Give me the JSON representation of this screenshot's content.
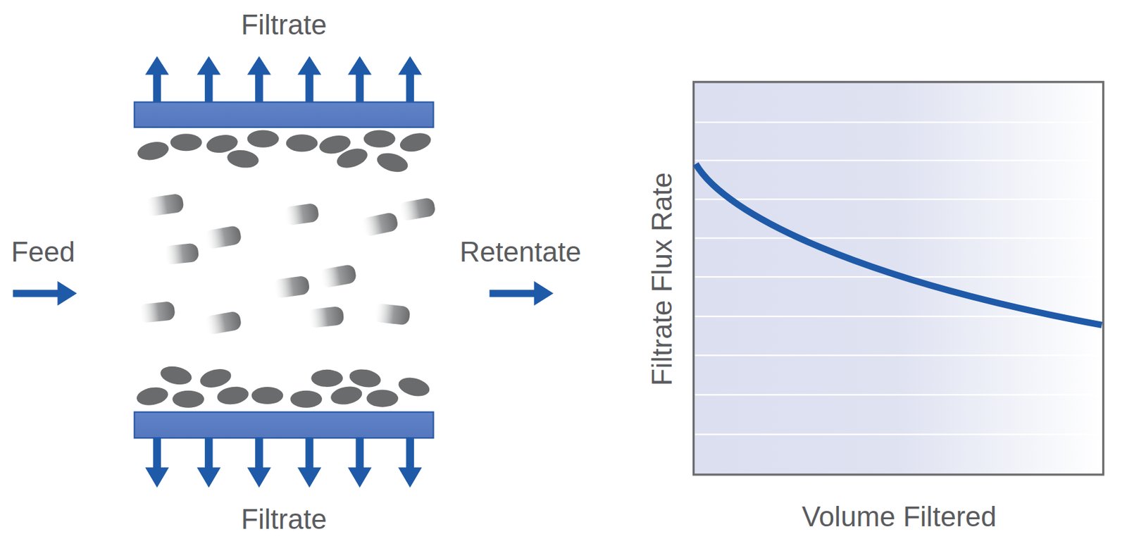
{
  "diagram": {
    "labels": [
      "Filtrate",
      "Feed",
      "Retentate",
      "Filtrate",
      "Filtrate Flux Rate",
      "Volume Filtered"
    ]
  }
}
